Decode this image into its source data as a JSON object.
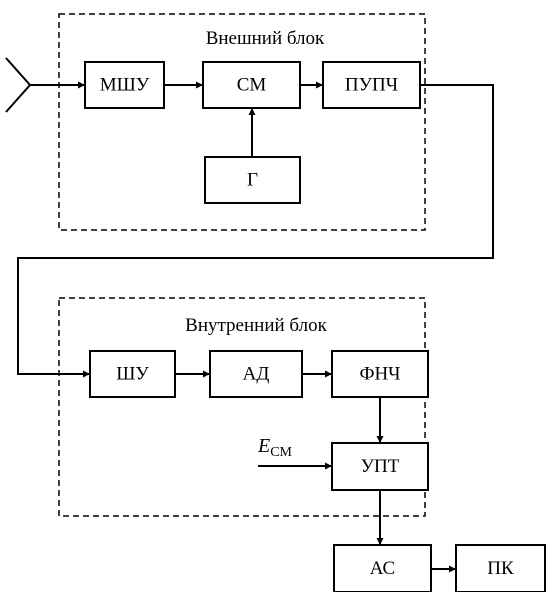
{
  "outer_group": {
    "title": "Внешний блок"
  },
  "inner_group": {
    "title": "Внутренний блок"
  },
  "blocks": {
    "mshu": "МШУ",
    "sm": "СМ",
    "pupch": "ПУПЧ",
    "gen": "Г",
    "shu": "ШУ",
    "ad": "АД",
    "fnch": "ФНЧ",
    "upt": "УПТ",
    "as": "АС",
    "pk": "ПК"
  },
  "bias_input": {
    "symbol": "E",
    "subscript": "СМ"
  }
}
